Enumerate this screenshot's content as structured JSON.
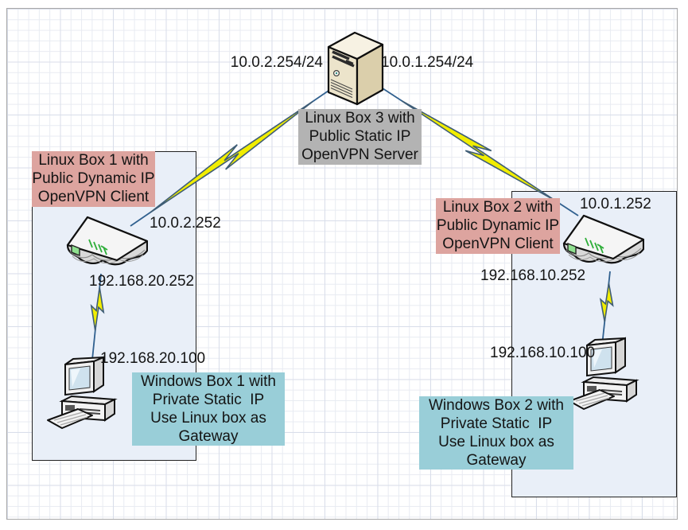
{
  "colors": {
    "zone_fill": "#e9eff8",
    "label_pink": "#dda49f",
    "label_gray": "#b3b3b3",
    "label_teal": "#99ced8",
    "bolt_yellow": "#f1ed00",
    "bolt_outline": "#3f5d76",
    "link_blue": "#30608f",
    "text": "#141414"
  },
  "server": {
    "label_lines": [
      "Linux Box 3 with",
      "Public Static IP",
      "OpenVPN Server"
    ],
    "ip_left": "10.0.2.254/24",
    "ip_right": "10.0.1.254/24"
  },
  "site1": {
    "router_label_lines": [
      "Linux Box 1 with",
      "Public Dynamic IP",
      "OpenVPN Client"
    ],
    "router_wan_ip": "10.0.2.252",
    "router_lan_ip": "192.168.20.252",
    "pc_ip": "192.168.20.100",
    "pc_label_lines": [
      "Windows Box 1 with",
      "Private Static  IP",
      "Use Linux box as",
      "Gateway"
    ]
  },
  "site2": {
    "router_label_lines": [
      "Linux Box 2 with",
      "Public Dynamic IP",
      "OpenVPN Client"
    ],
    "router_wan_ip": "10.0.1.252",
    "router_lan_ip": "192.168.10.252",
    "pc_ip": "192.168.10.100",
    "pc_label_lines": [
      "Windows Box 2 with",
      "Private Static  IP",
      "Use Linux box as",
      "Gateway"
    ]
  }
}
